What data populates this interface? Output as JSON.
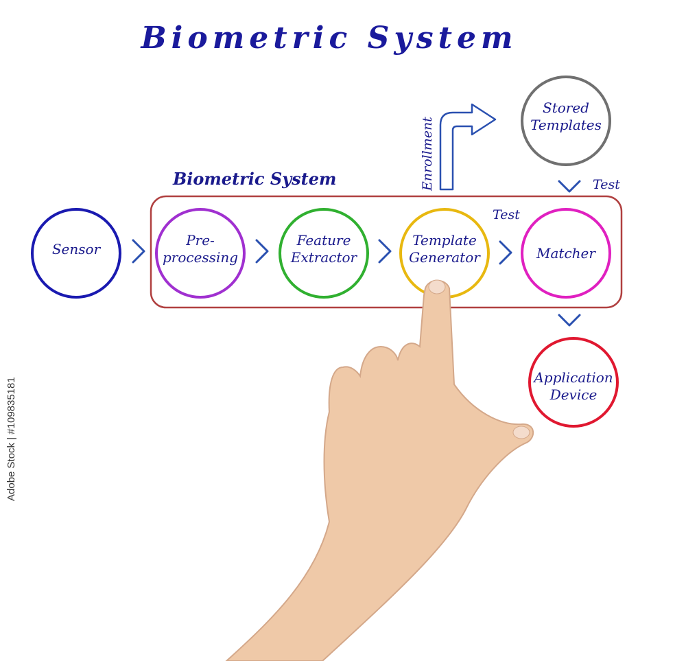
{
  "title": "Biometric System",
  "group_label": "Biometric System",
  "nodes": {
    "sensor": "Sensor",
    "preprocessing": "Pre-\nprocessing",
    "feature_extractor": "Feature\nExtractor",
    "template_generator": "Template\nGenerator",
    "matcher": "Matcher",
    "stored_templates": "Stored\nTemplates",
    "application_device": "Application\nDevice"
  },
  "edge_labels": {
    "enrollment": "Enrollment",
    "test_generator_matcher": "Test",
    "test_stored_matcher": "Test"
  },
  "watermark": "Adobe Stock | #109835181",
  "colors": {
    "sensor": "#1a1ab0",
    "preprocessing": "#a030d0",
    "feature_extractor": "#30b030",
    "template_generator": "#e8b810",
    "matcher": "#e020c0",
    "stored_templates": "#707070",
    "application_device": "#e01830",
    "group_border": "#b04040",
    "arrow": "#2a50b0",
    "text": "#1a1a8c"
  }
}
